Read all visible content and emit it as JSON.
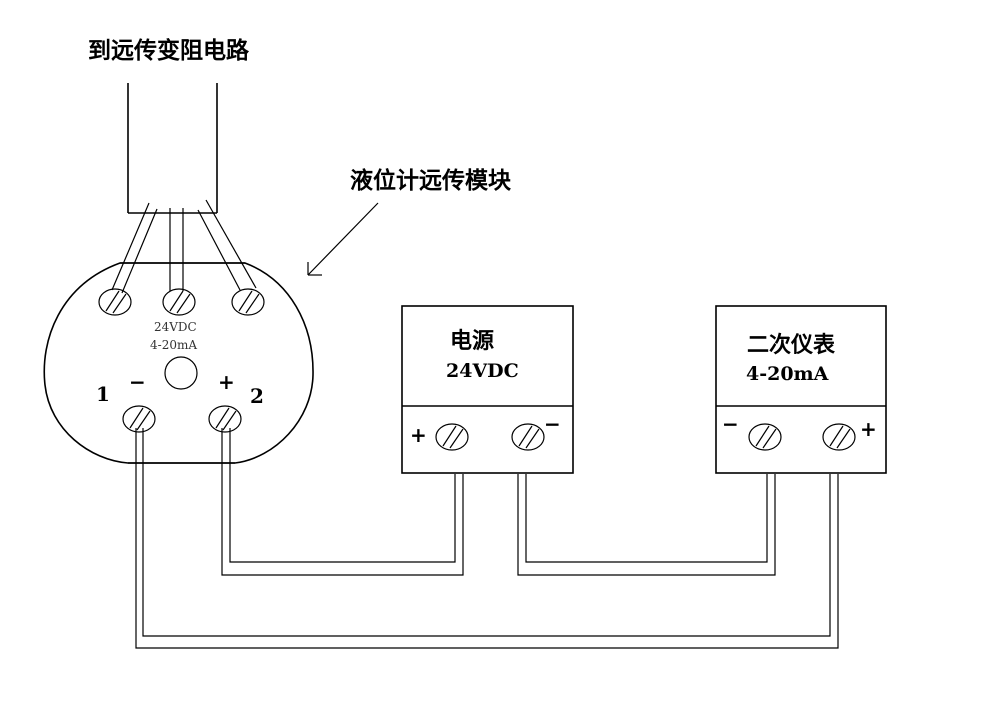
{
  "title_top": "到远传变阻电路",
  "module_label": "液位计远传模块",
  "module": {
    "voltage": "24VDC",
    "current": "4-20mA",
    "terminal_1_number": "1",
    "terminal_1_sign": "−",
    "terminal_2_number": "2",
    "terminal_2_sign": "+"
  },
  "power_supply": {
    "name": "电源",
    "spec": "24VDC",
    "plus_sign": "+",
    "minus_sign": "−"
  },
  "secondary_instrument": {
    "name": "二次仪表",
    "spec": "4-20mA",
    "minus_sign": "−",
    "plus_sign": "+"
  },
  "connections": [
    {
      "from": "module terminal 2 (+)",
      "to": "power supply +"
    },
    {
      "from": "power supply −",
      "to": "secondary instrument −"
    },
    {
      "from": "secondary instrument +",
      "to": "module terminal 1 (−)"
    }
  ]
}
